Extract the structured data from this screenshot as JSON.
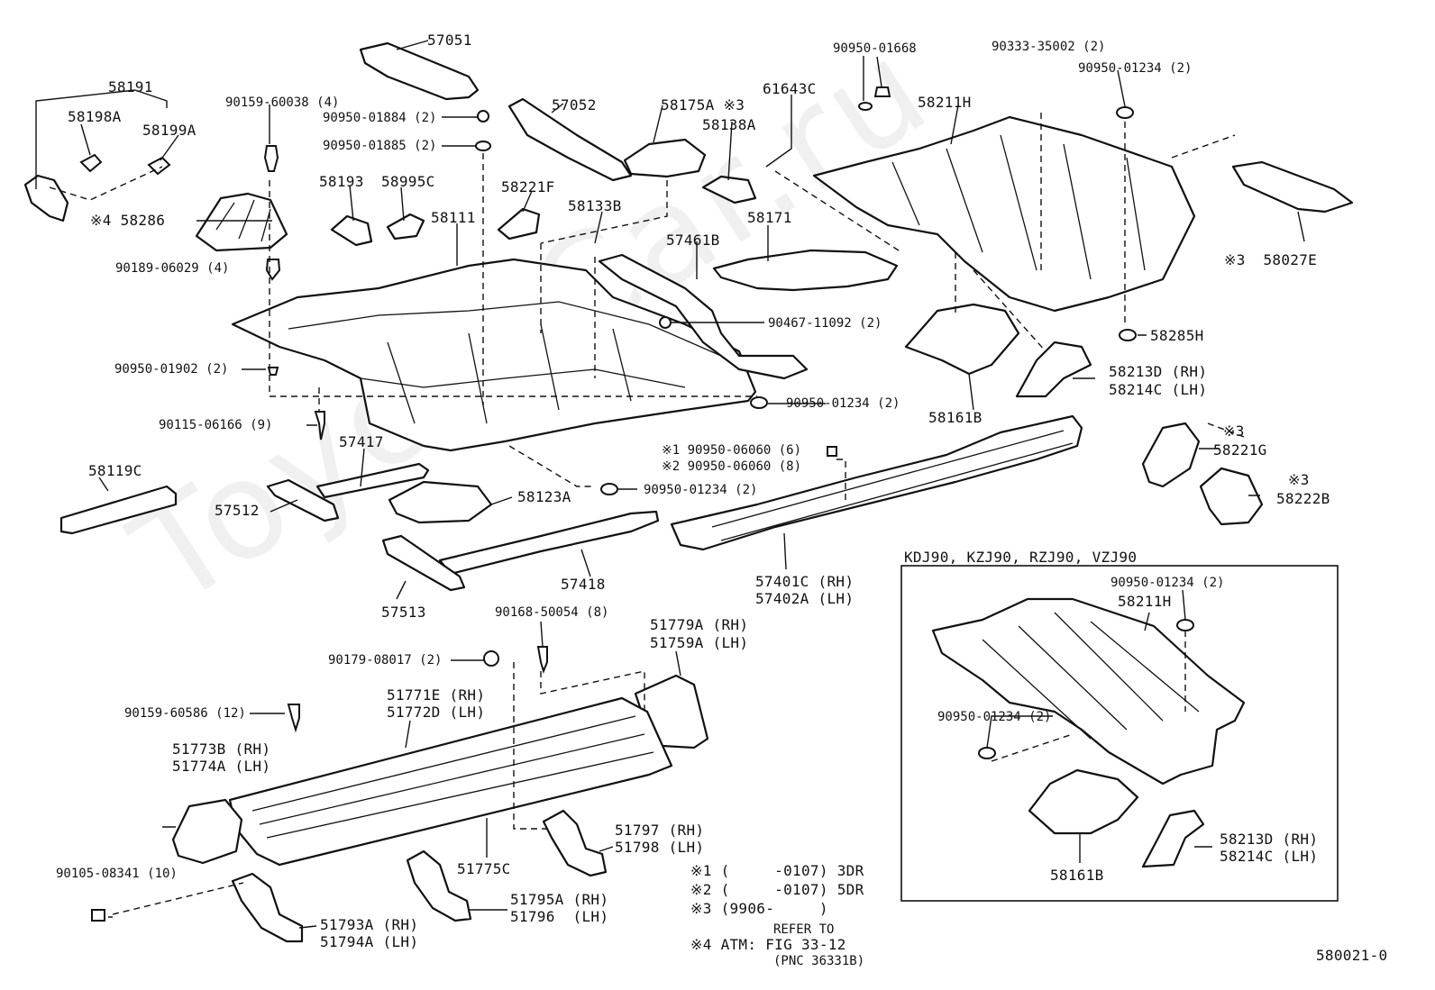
{
  "watermark": "ToyotaCar.ru",
  "diagram_id": "580021-0",
  "inset": {
    "title": "KDJ90, KZJ90, RZJ90, VZJ90"
  },
  "labels": {
    "p57051": "57051",
    "p58191": "58191",
    "p58198a": "58198A",
    "p58199a": "58199A",
    "p90159_60038": "90159-60038 (4)",
    "p90950_01884": "90950-01884 (2)",
    "p90950_01885": "90950-01885 (2)",
    "p57052": "57052",
    "p58175a": "58175A ※3",
    "p58138a": "58138A",
    "p61643c": "61643C",
    "p90950_01668": "90950-01668",
    "p90333_35002": "90333-35002 (2)",
    "p90950_01234_top": "90950-01234 (2)",
    "p58211h": "58211H",
    "p58193": "58193",
    "p58995c": "58995C",
    "p58111": "58111",
    "p58221f": "58221F",
    "p58133b": "58133B",
    "p58171": "58171",
    "p58286": "※4 58286",
    "p90189_06029": "90189-06029 (4)",
    "p57461b": "57461B",
    "p58027e": "※3  58027E",
    "p90467_11092": "90467-11092 (2)",
    "p58285h": "58285H",
    "p90950_01902": "90950-01902 (2)",
    "p58213d": "58213D (RH)",
    "p58214c": "58214C (LH)",
    "p90950_01234_mid": "90950-01234 (2)",
    "p58161b": "58161B",
    "p90115_06166": "90115-06166 (9)",
    "p57417": "57417",
    "p58221g_mark": "※3",
    "p58221g": "58221G",
    "p90950_06060_1": "※1 90950-06060 (6)",
    "p90950_06060_2": "※2 90950-06060 (8)",
    "p58119c": "58119C",
    "p58222b_mark": "※3",
    "p58222b": "58222B",
    "p57512": "57512",
    "p58123a": "58123A",
    "p90950_01234_low": "90950-01234 (2)",
    "p57418": "57418",
    "p57401c": "57401C (RH)",
    "p57402a": "57402A (LH)",
    "p57513": "57513",
    "p90168_50054": "90168-50054 (8)",
    "p51779a": "51779A (RH)",
    "p51759a": "51759A (LH)",
    "p90179_08017": "90179-08017 (2)",
    "p51771e": "51771E (RH)",
    "p51772d": "51772D (LH)",
    "p90159_60586": "90159-60586 (12)",
    "p51773b": "51773B (RH)",
    "p51774a": "51774A (LH)",
    "p51797": "51797 (RH)",
    "p51798": "51798 (LH)",
    "p51775c": "51775C",
    "p90105_08341": "90105-08341 (10)",
    "p51793a": "51793A (RH)",
    "p51794a": "51794A (LH)",
    "p51795a": "51795A (RH)",
    "p51796": "51796  (LH)",
    "in_90950_01234_a": "90950-01234 (2)",
    "in_58211h": "58211H",
    "in_90950_01234_b": "90950-01234 (2)",
    "in_58213d": "58213D (RH)",
    "in_58214c": "58214C (LH)",
    "in_58161b": "58161B"
  },
  "notes": [
    "※1 (     -0107) 3DR",
    "※2 (     -0107) 5DR",
    "※3 (9906-     )",
    "※4 ATM: FIG 33-12"
  ],
  "note4_refer": "REFER TO",
  "note4_pnc": "(PNC 36331B)"
}
